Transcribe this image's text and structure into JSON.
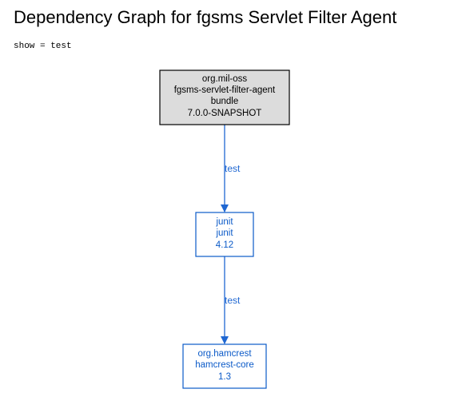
{
  "page": {
    "title": "Dependency Graph for fgsms Servlet Filter Agent",
    "filter_text": "show = test"
  },
  "colors": {
    "root_fill": "#dcdcdc",
    "root_border": "#000000",
    "root_text": "#000000",
    "dep_border": "#0b5ac8",
    "dep_text": "#0b5ac8",
    "edge": "#1f67d2"
  },
  "nodes": [
    {
      "id": "root",
      "kind": "root",
      "lines": [
        "org.mil-oss",
        "fgsms-servlet-filter-agent",
        "bundle",
        "7.0.0-SNAPSHOT"
      ]
    },
    {
      "id": "junit",
      "kind": "dependency",
      "lines": [
        "junit",
        "junit",
        "4.12"
      ]
    },
    {
      "id": "hamcrest",
      "kind": "dependency",
      "lines": [
        "org.hamcrest",
        "hamcrest-core",
        "1.3"
      ]
    }
  ],
  "edges": [
    {
      "from": "root",
      "to": "junit",
      "label": "test"
    },
    {
      "from": "junit",
      "to": "hamcrest",
      "label": "test"
    }
  ]
}
